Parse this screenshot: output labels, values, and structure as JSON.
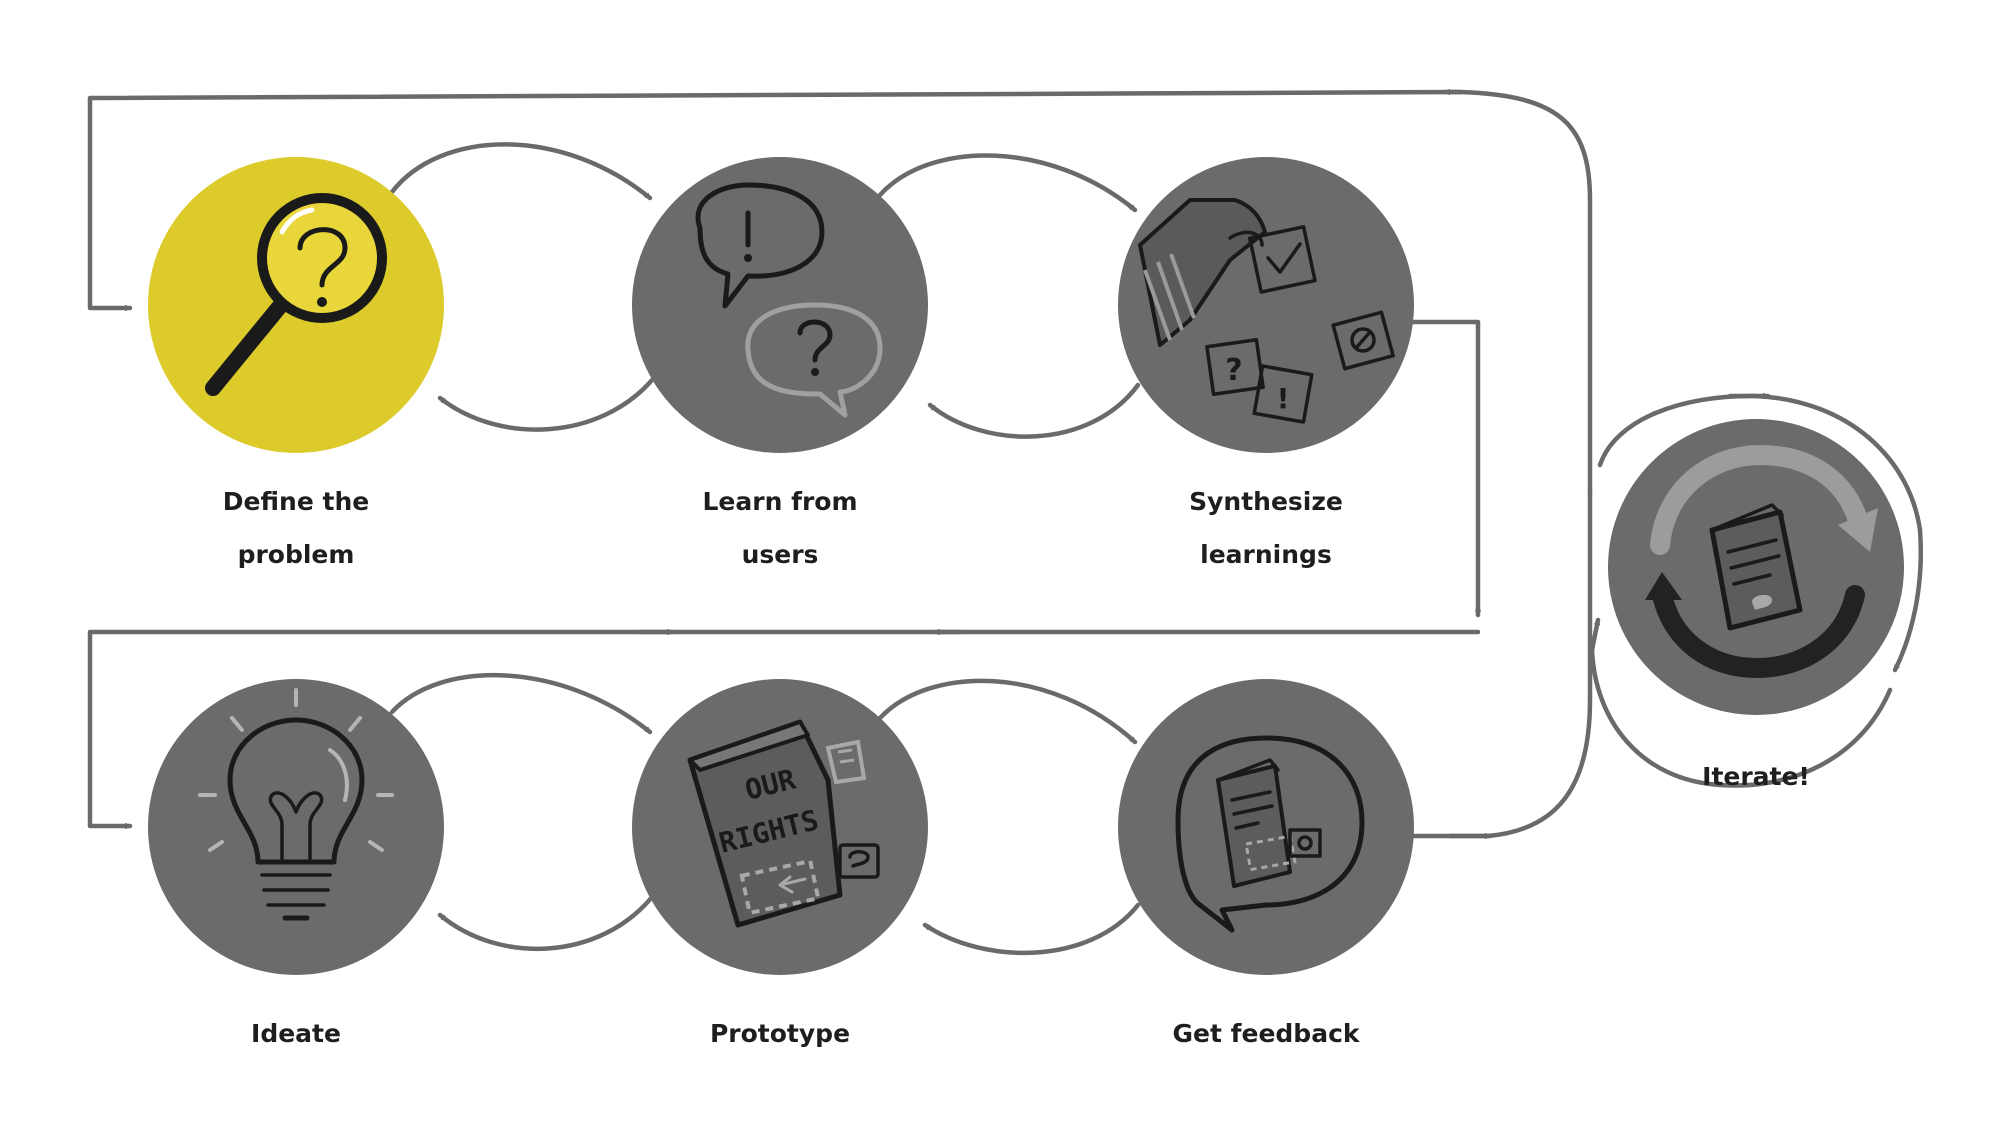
{
  "colors": {
    "active_step": "#dccb2a",
    "inactive_step": "#6b6b6b",
    "arrow": "#6a6a6a",
    "text": "#1e1e1e"
  },
  "steps": [
    {
      "id": "define",
      "line1": "Define the",
      "line2": "problem",
      "icon": "magnifier-question-icon",
      "active": true
    },
    {
      "id": "learn",
      "line1": "Learn from",
      "line2": "users",
      "icon": "speech-bubbles-icon",
      "active": false
    },
    {
      "id": "synthesize",
      "line1": "Synthesize",
      "line2": "learnings",
      "icon": "sticky-notes-hand-icon",
      "active": false
    },
    {
      "id": "ideate",
      "line1": "Ideate",
      "line2": "",
      "icon": "lightbulb-icon",
      "active": false
    },
    {
      "id": "prototype",
      "line1": "Prototype",
      "line2": "",
      "icon": "booklet-icon",
      "active": false
    },
    {
      "id": "feedback",
      "line1": "Get feedback",
      "line2": "",
      "icon": "feedback-bubble-icon",
      "active": false
    }
  ],
  "iterate": {
    "label": "Iterate!",
    "icon": "cycle-booklet-icon"
  },
  "booklet_text": {
    "line1": "OUR",
    "line2": "RIGHTS"
  }
}
